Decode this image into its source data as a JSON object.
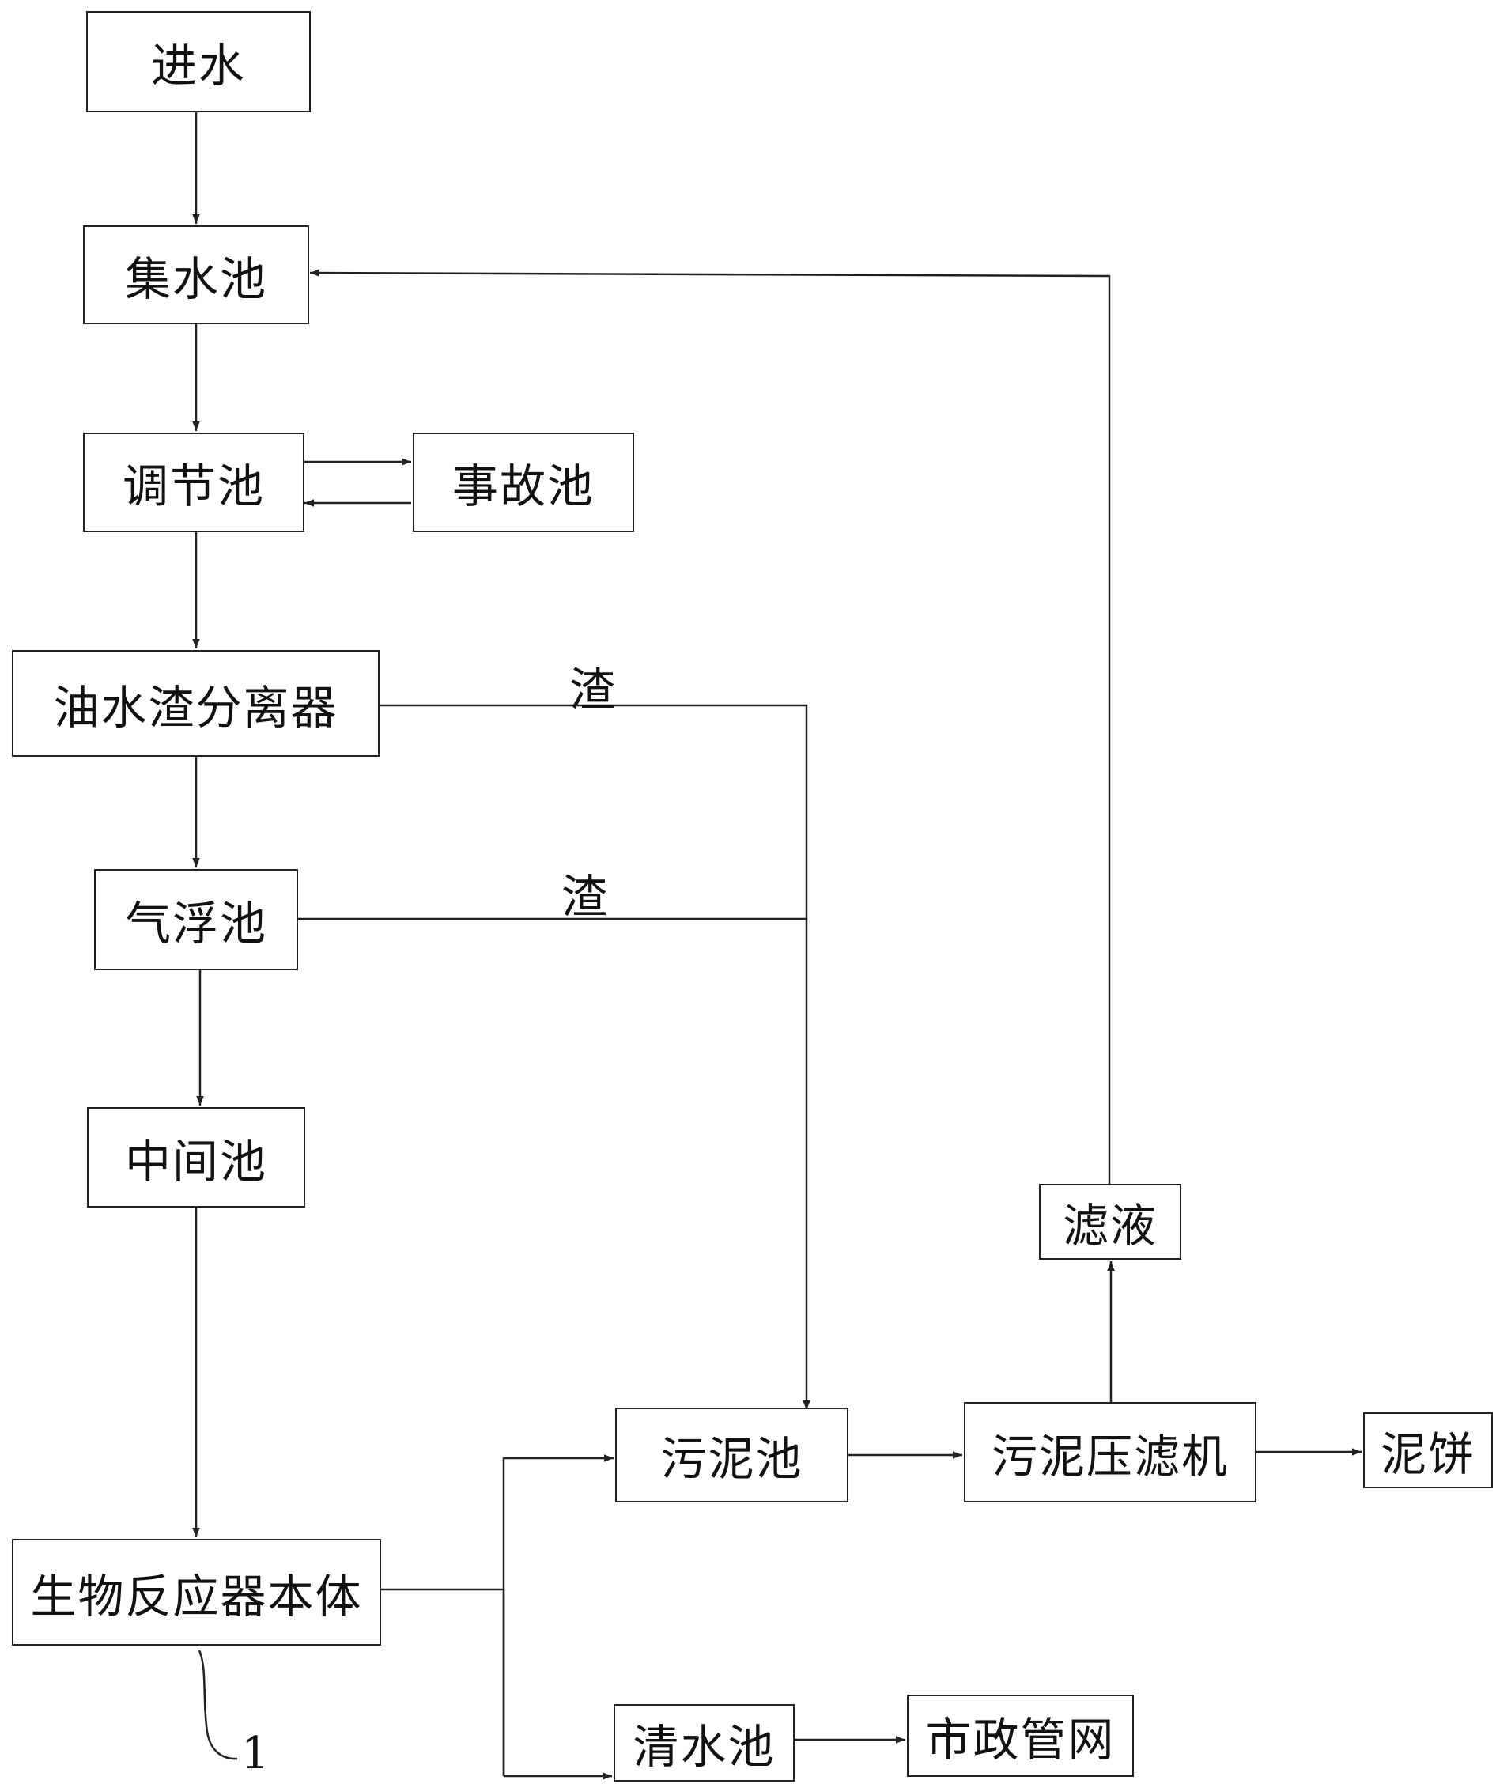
{
  "nodes": {
    "inlet": "进水",
    "collection_tank": "集水池",
    "equalization_tank": "调节池",
    "emergency_tank": "事故池",
    "separator": "油水渣分离器",
    "flotation_tank": "气浮池",
    "intermediate_tank": "中间池",
    "bioreactor": "生物反应器本体",
    "sludge_tank": "污泥池",
    "filter_press": "污泥压滤机",
    "filtrate": "滤液",
    "sludge_cake": "泥饼",
    "clear_water_tank": "清水池",
    "municipal_network": "市政管网"
  },
  "edge_labels": {
    "separator_residue": "渣",
    "flotation_residue": "渣"
  },
  "reference_numeral": "1"
}
